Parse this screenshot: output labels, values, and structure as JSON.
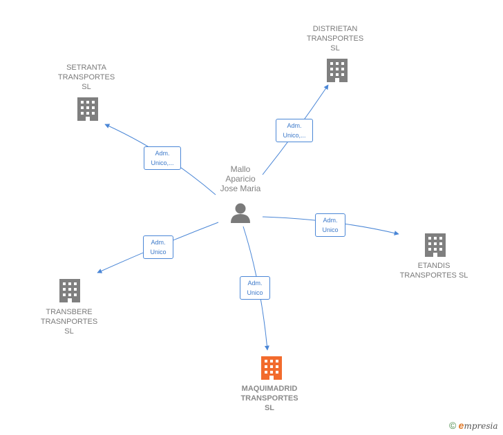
{
  "center": {
    "label": "Mallo\nAparicio\nJose Maria",
    "icon": "person-icon"
  },
  "nodes": [
    {
      "id": "distrietan",
      "label": "DISTRIETAN\nTRANSPORTES\nSL",
      "icon": "building-icon",
      "color": "#7f7f7f"
    },
    {
      "id": "setranta",
      "label": "SETRANTA\nTRANSPORTES\nSL",
      "icon": "building-icon",
      "color": "#7f7f7f"
    },
    {
      "id": "etandis",
      "label": "ETANDIS\nTRANSPORTES SL",
      "icon": "building-icon",
      "color": "#7f7f7f"
    },
    {
      "id": "transbere",
      "label": "TRANSBERE\nTRASNPORTES\nSL",
      "icon": "building-icon",
      "color": "#7f7f7f"
    },
    {
      "id": "maquimadrid",
      "label": "MAQUIMADRID\nTRANSPORTES\nSL",
      "icon": "building-icon",
      "color": "#f26b2d"
    }
  ],
  "edges": [
    {
      "to": "distrietan",
      "line1": "Adm.",
      "line2": "Unico,..."
    },
    {
      "to": "setranta",
      "line1": "Adm.",
      "line2": "Unico,..."
    },
    {
      "to": "etandis",
      "line1": "Adm.",
      "line2": "Unico"
    },
    {
      "to": "transbere",
      "line1": "Adm.",
      "line2": "Unico"
    },
    {
      "to": "maquimadrid",
      "line1": "Adm.",
      "line2": "Unico"
    }
  ],
  "colors": {
    "edge": "#4a86d6",
    "building": "#7f7f7f",
    "focus_building": "#f26b2d",
    "person": "#7a7a7a"
  },
  "footer": {
    "copyright_symbol": "©",
    "brand_initial": "e",
    "brand_rest": "mpresia"
  }
}
